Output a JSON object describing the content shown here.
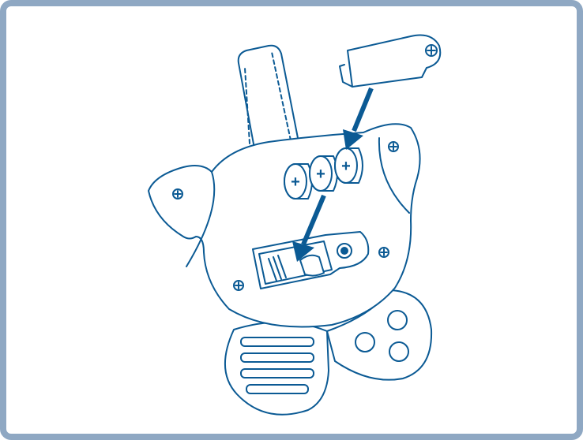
{
  "colors": {
    "frame_border": "#8fa8c3",
    "line": "#0b5a94",
    "arrow": "#0b5a94",
    "fill": "#ffffff"
  },
  "diagram": {
    "parts": [
      {
        "name": "battery-cover",
        "icon": "screw-icon"
      },
      {
        "name": "strap"
      },
      {
        "name": "toy-body"
      },
      {
        "name": "coin-cell-batteries",
        "count": 3,
        "marking": "+"
      },
      {
        "name": "battery-compartment"
      },
      {
        "name": "left-wing"
      },
      {
        "name": "right-wing"
      }
    ],
    "arrows": [
      {
        "name": "insert-cover-arrow"
      },
      {
        "name": "insert-batteries-arrow"
      }
    ],
    "battery_mark": "+"
  }
}
